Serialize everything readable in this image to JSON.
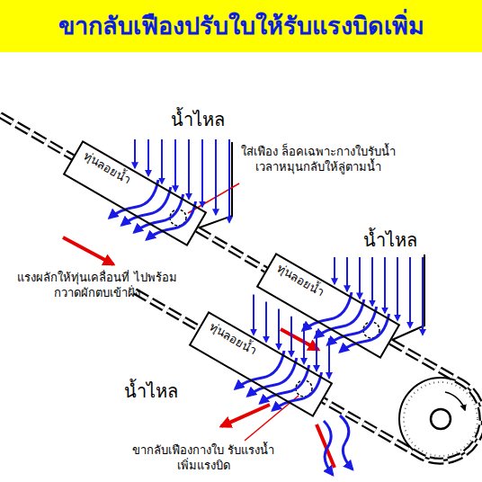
{
  "diagram": {
    "title": "ขากลับเฟืองปรับใบให้รับแรงบิดเพิ่ม",
    "nodes": [
      {
        "text": [
          "ทุ่นลอยน้ำ"
        ]
      },
      {
        "text": [
          "ทุ่นลอยน้ำ"
        ]
      },
      {
        "text": [
          "ทุ่นลอยน้ำ"
        ]
      }
    ],
    "edges": [
      {
        "from": 0,
        "to": 1,
        "arrow": "none"
      },
      {
        "from": 1,
        "to": 2,
        "arrow": "none"
      }
    ],
    "labels": [
      "น้ำไหล",
      "ใส่เฟือง ล็อคเฉพาะกางใบรับน้ำ เวลาหมุนกลับให้ลู่ตามน้ำ",
      "แรงผลักให้ทุ่นเคลื่อนที่ ไปพร้อมกวาดผักตบเข้าฝั่ง",
      "น้ำไหล",
      "น้ำไหล",
      "ขากลับเฟืองกางใบ รับแรงน้ำเพิ่มแรงบิด"
    ]
  }
}
